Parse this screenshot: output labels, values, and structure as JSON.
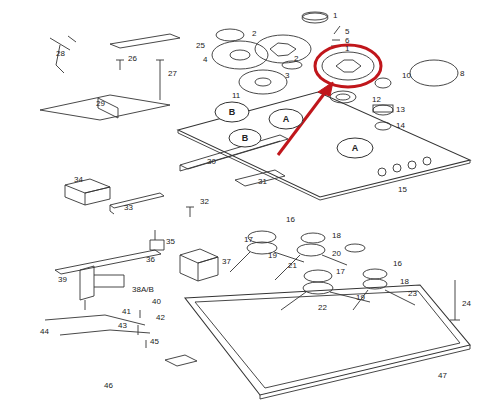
{
  "diagram": {
    "nodes": [
      {
        "text": [
          "B"
        ]
      },
      {
        "text": [
          "A"
        ]
      },
      {
        "text": [
          "B"
        ]
      },
      {
        "text": [
          "A"
        ]
      }
    ],
    "labels": [
      "1",
      "2",
      "4",
      "5",
      "6",
      "1",
      "2",
      "3",
      "8",
      "10",
      "11",
      "12",
      "13",
      "14",
      "15",
      "25",
      "26",
      "27",
      "28",
      "29",
      "30",
      "31",
      "32",
      "33",
      "34",
      "35",
      "36",
      "37",
      "38A/B",
      "39",
      "40",
      "41",
      "42",
      "43",
      "44",
      "45",
      "46",
      "47",
      "16",
      "17",
      "18",
      "19",
      "20",
      "21",
      "16",
      "17",
      "18",
      "19",
      "22",
      "23",
      "24"
    ]
  }
}
